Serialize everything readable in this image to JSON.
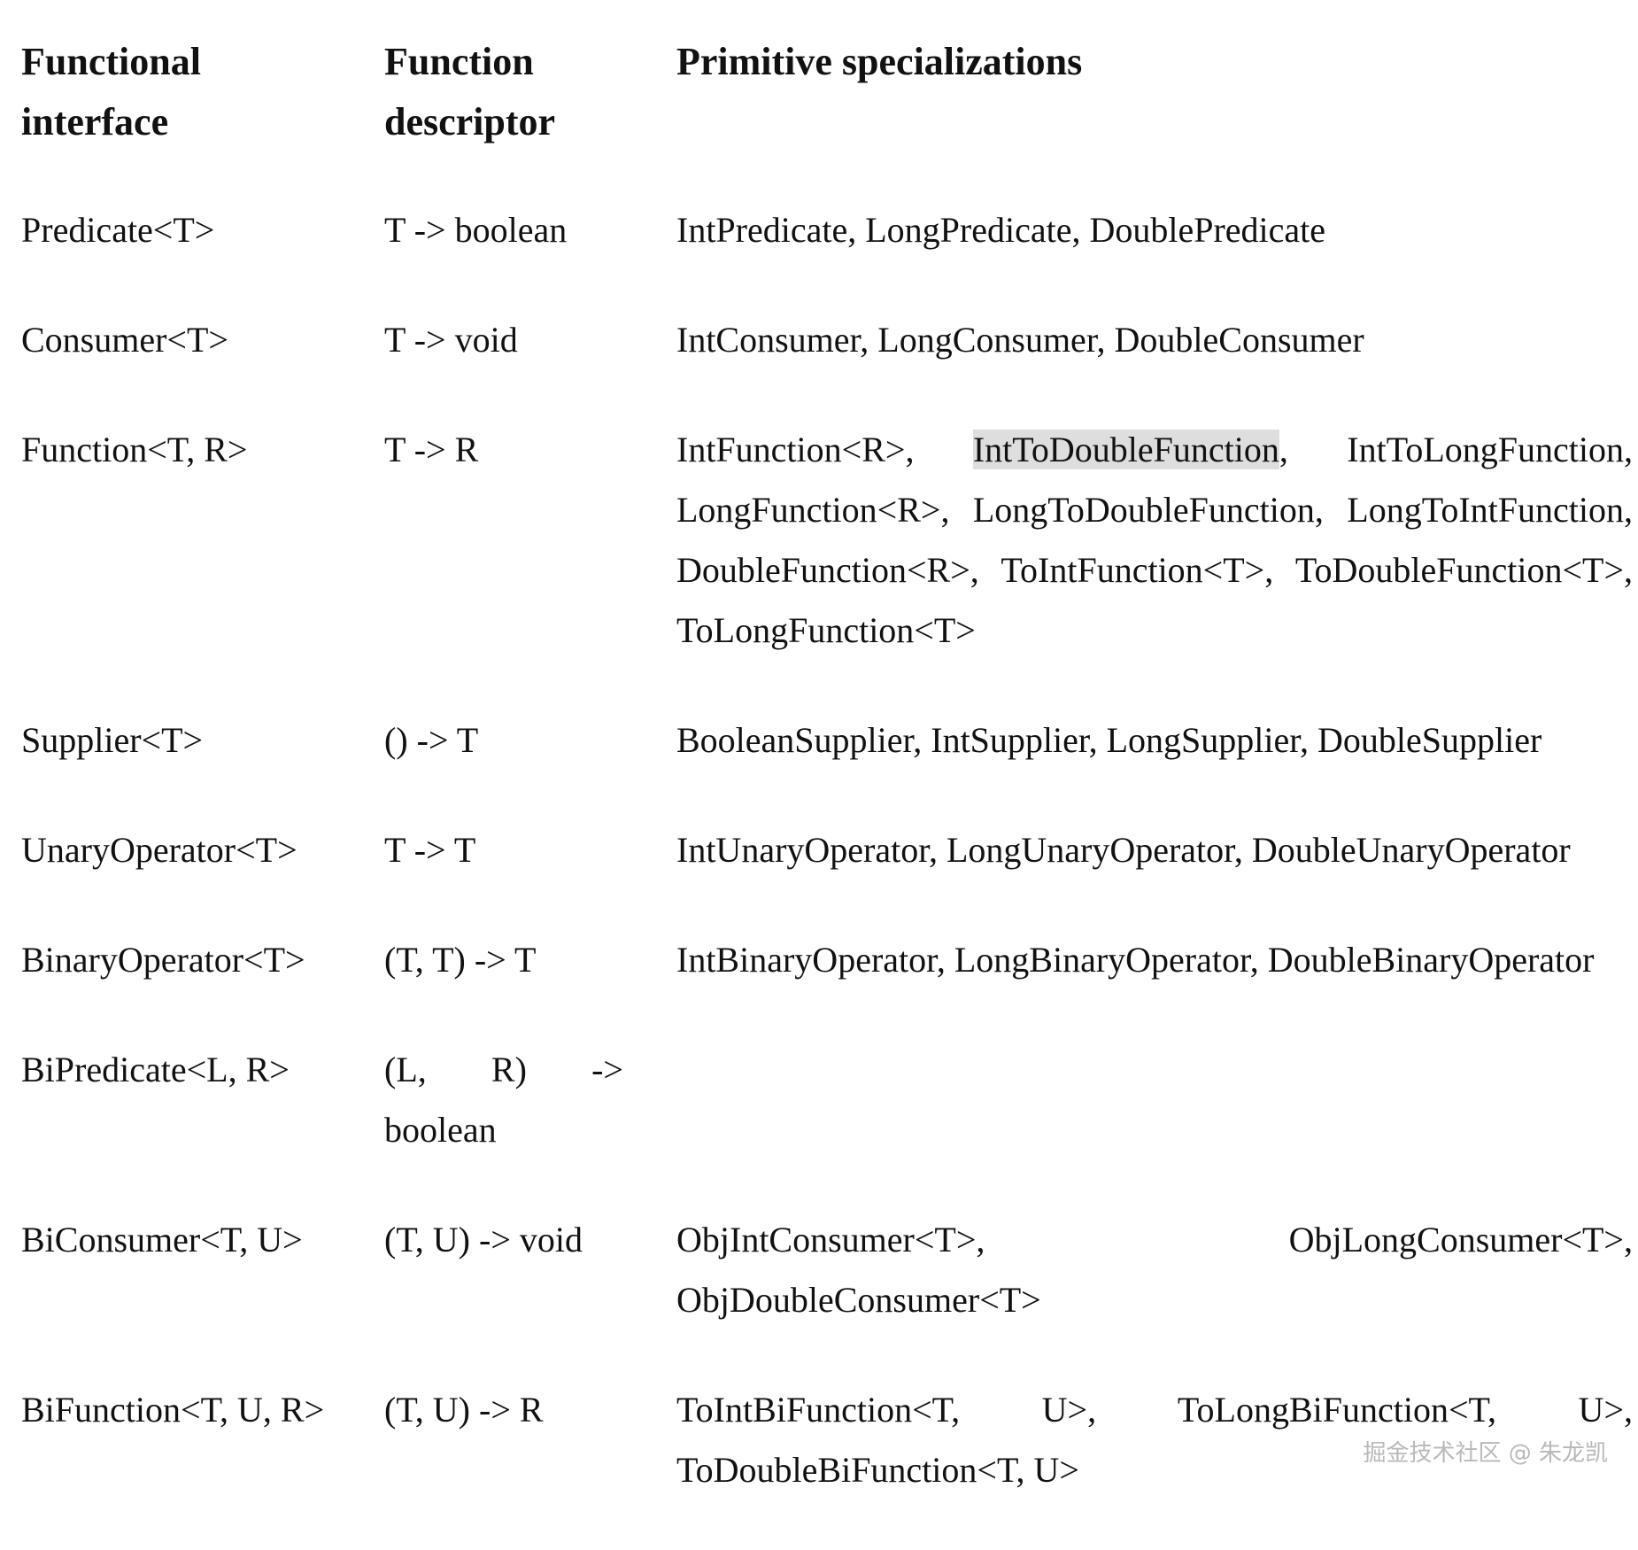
{
  "headers": {
    "interface": "Functional interface",
    "descriptor": "Function descriptor",
    "primitive": "Primitive specializations"
  },
  "rows": [
    {
      "interface": "Predicate<T>",
      "descriptor": "T -> boolean",
      "primitive": "IntPredicate, LongPredicate, DoublePredicate"
    },
    {
      "interface": "Consumer<T>",
      "descriptor": "T -> void",
      "primitive": "IntConsumer, LongConsumer, DoubleConsumer"
    },
    {
      "interface": "Function<T, R>",
      "descriptor": "T -> R",
      "primitive_before": "IntFunction<R>, ",
      "primitive_highlight": "IntToDoubleFunction",
      "primitive_after": ", IntToLongFunction, LongFunction<R>, LongToDoubleFunction, LongToIntFunction, DoubleFunction<R>, ToIntFunction<T>, ToDoubleFunction<T>, ToLongFunction<T>"
    },
    {
      "interface": "Supplier<T>",
      "descriptor": "() -> T",
      "primitive": "BooleanSupplier, IntSupplier, LongSupplier, DoubleSupplier"
    },
    {
      "interface": "UnaryOperator<T>",
      "descriptor": "T -> T",
      "primitive": "IntUnaryOperator, LongUnaryOperator, DoubleUnaryOperator"
    },
    {
      "interface": "BinaryOperator<T>",
      "descriptor": "(T, T) -> T",
      "primitive": "IntBinaryOperator, LongBinaryOperator, DoubleBinaryOperator"
    },
    {
      "interface": "BiPredicate<L, R>",
      "descriptor": "(L, R) -> boolean",
      "primitive": ""
    },
    {
      "interface": "BiConsumer<T, U>",
      "descriptor": "(T, U) -> void",
      "primitive": "ObjIntConsumer<T>, ObjLongConsumer<T>, ObjDoubleConsumer<T>"
    },
    {
      "interface": "BiFunction<T, U, R>",
      "descriptor": "(T, U) -> R",
      "primitive": "ToIntBiFunction<T, U>, ToLongBiFunction<T, U>, ToDoubleBiFunction<T, U>"
    }
  ],
  "watermark": "掘金技术社区 @ 朱龙凯",
  "colors": {
    "text": "#111111",
    "highlight": "#dedede",
    "watermark": "#b9b9b9"
  }
}
